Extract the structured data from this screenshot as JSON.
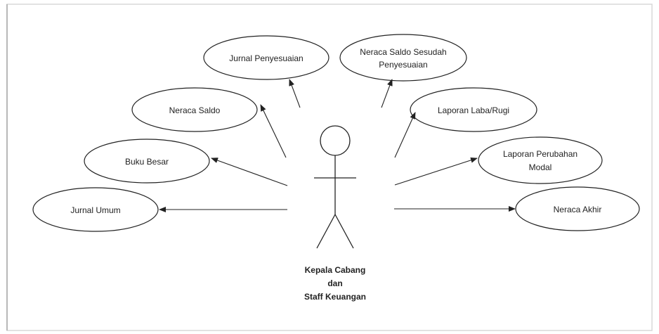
{
  "diagram": {
    "actor": {
      "label_lines": [
        "Kepala Cabang",
        "dan",
        "Staff Keuangan"
      ]
    },
    "use_cases": [
      {
        "id": "jurnal-penyesuaian",
        "lines": [
          "Jurnal Penyesuaian"
        ]
      },
      {
        "id": "neraca-saldo-sesudah-penyesuaian",
        "lines": [
          "Neraca Saldo Sesudah",
          "Penyesuaian"
        ]
      },
      {
        "id": "neraca-saldo",
        "lines": [
          "Neraca Saldo"
        ]
      },
      {
        "id": "laporan-laba-rugi",
        "lines": [
          "Laporan Laba/Rugi"
        ]
      },
      {
        "id": "buku-besar",
        "lines": [
          "Buku Besar"
        ]
      },
      {
        "id": "laporan-perubahan-modal",
        "lines": [
          "Laporan Perubahan",
          "Modal"
        ]
      },
      {
        "id": "jurnal-umum",
        "lines": [
          "Jurnal Umum"
        ]
      },
      {
        "id": "neraca-akhir",
        "lines": [
          "Neraca Akhir"
        ]
      }
    ],
    "colors": {
      "stroke": "#222222",
      "background": "#ffffff",
      "border": "#d0d0d0"
    }
  }
}
